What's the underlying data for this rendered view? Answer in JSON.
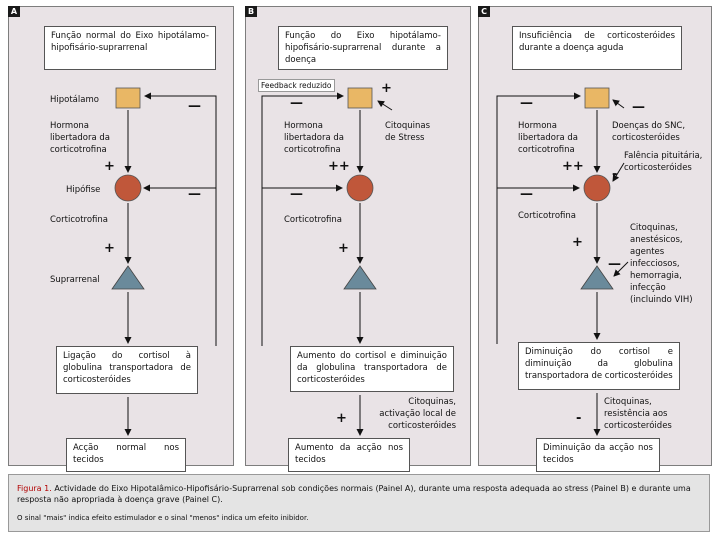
{
  "panels": [
    {
      "tag": "A",
      "title": "Função normal do Eixo hipotálamo-hipofisário-suprarrenal",
      "hypothalamus": "Hipotálamo",
      "crh": "Hormona libertadora da corticotrofina",
      "pituitary": "Hipófise",
      "acth": "Corticotrofina",
      "adrenal": "Suprarrenal",
      "cortisol_box": "Ligação do cortisol à globulina transportadora de corticosteróides",
      "outcome_box": "Acção normal nos tecidos",
      "sign_hyp_crh": "+",
      "sign_crh_pit": "+",
      "sign_fb_hyp": "—",
      "sign_fb_pit": "—"
    },
    {
      "tag": "B",
      "title": "Função do Eixo hipotálamo-hipofisário-suprarrenal durante a doença",
      "feedback_label": "Feedback reduzido",
      "crh": "Hormona libertadora da corticotrofina",
      "cytokines_stress": "Citoquinas de Stress",
      "acth": "Corticotrofina",
      "cortisol_box": "Aumento do cortisol e diminuição da globulina transportadora de corticosteróides",
      "local_activation": "Citoquinas, activação local de corticosteróides",
      "outcome_box": "Aumento da acção nos tecidos",
      "sign_cyto": "+",
      "sign_crh_pit": "++",
      "sign_acth": "+",
      "sign_local": "+",
      "sign_fb_hyp": "—",
      "sign_fb_pit": "—"
    },
    {
      "tag": "C",
      "title": "Insuficiência de corticosteróides durante a doença aguda",
      "crh": "Hormona libertadora da corticotrofina",
      "cns_disease": "Doenças do SNC, corticosteróides",
      "pituitary_failure": "Falência pituitária, corticosteróides",
      "acth": "Corticotrofina",
      "adrenal_factors": "Citoquinas, anestésicos, agentes infecciosos, hemorragia, infecção (incluindo VIH)",
      "cortisol_box": "Diminuição do cortisol e diminuição da globulina transportadora de corticosteróides",
      "resistance": "Citoquinas, resistência aos corticosteróides",
      "outcome_box": "Diminuição da acção nos tecidos",
      "sign_cns": "—",
      "sign_crh_pit": "++",
      "sign_pit_fail": "-",
      "sign_acth": "+",
      "sign_adrenal": "—",
      "sign_resist": "-",
      "sign_fb_hyp": "—",
      "sign_fb_pit": "—"
    }
  ],
  "caption": {
    "title": "Figura 1.",
    "text": "Actividade do Eixo Hipotalâmico-Hipofisário-Suprarrenal sob condições normais (Painel A), durante uma resposta adequada ao stress (Painel B) e durante uma resposta não apropriada à doença grave (Painel C).",
    "note": "O sinal \"mais\" indica efeito estimulador e o sinal \"menos\" indica um efeito inibidor."
  },
  "colors": {
    "panel_bg": "#e9e3e6",
    "hypothalamus": "#e9b765",
    "pituitary": "#c0573a",
    "adrenal": "#6a8a9b",
    "caption_title": "#b20000"
  }
}
